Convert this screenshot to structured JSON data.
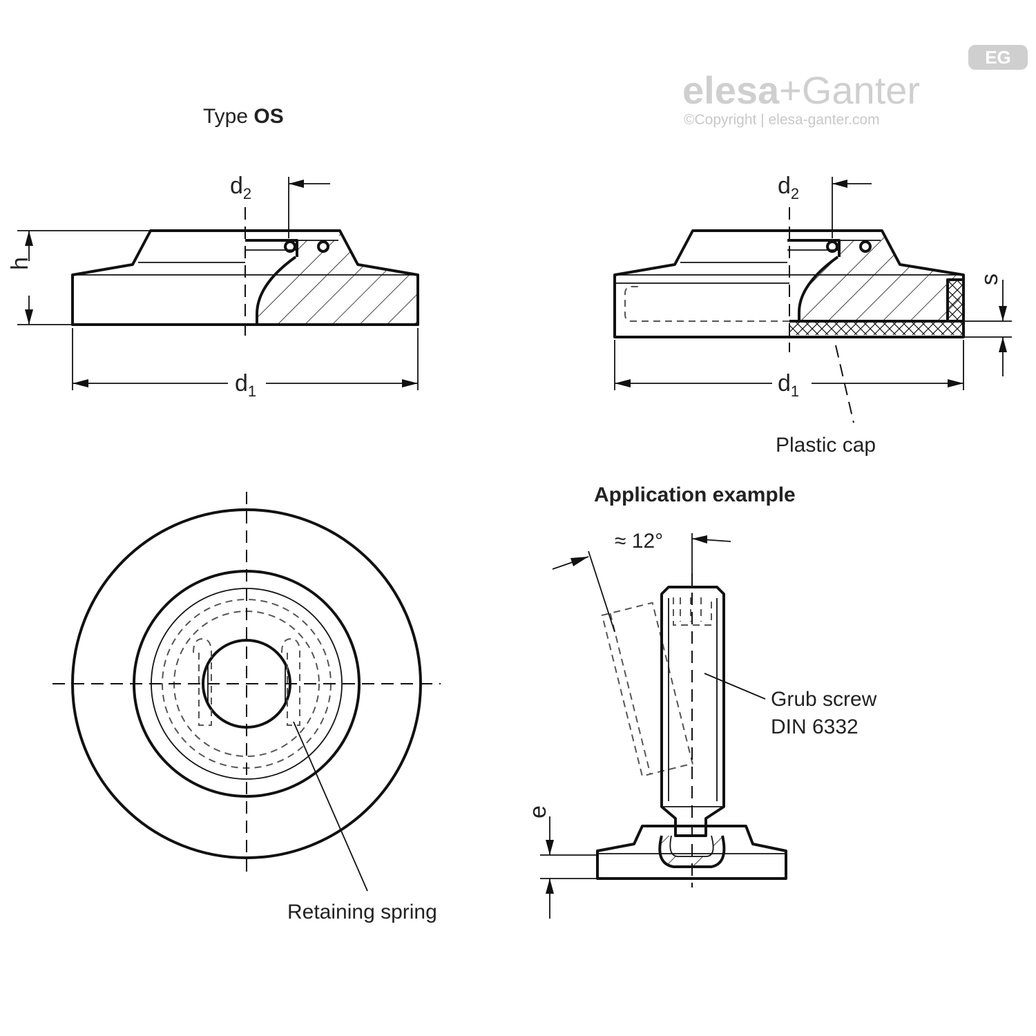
{
  "brand": {
    "logo_text_a": "elesa",
    "logo_plus": "+",
    "logo_text_b": "Ganter",
    "copyright": "©Copyright | elesa-ganter.com",
    "badge": "EG"
  },
  "titles": {
    "type_prefix": "Type ",
    "type_name": "OS",
    "application": "Application example"
  },
  "dimensions": {
    "d": "d",
    "sub1": "1",
    "sub2": "2",
    "h": "h",
    "s": "s",
    "e": "e",
    "angle": "≈ 12°"
  },
  "callouts": {
    "plastic_cap": "Plastic cap",
    "retaining_spring": "Retaining spring",
    "grub_screw_line1": "Grub screw",
    "grub_screw_line2": "DIN 6332"
  },
  "colors": {
    "line": "#111111",
    "brand_grey": "#cfcfcf"
  }
}
